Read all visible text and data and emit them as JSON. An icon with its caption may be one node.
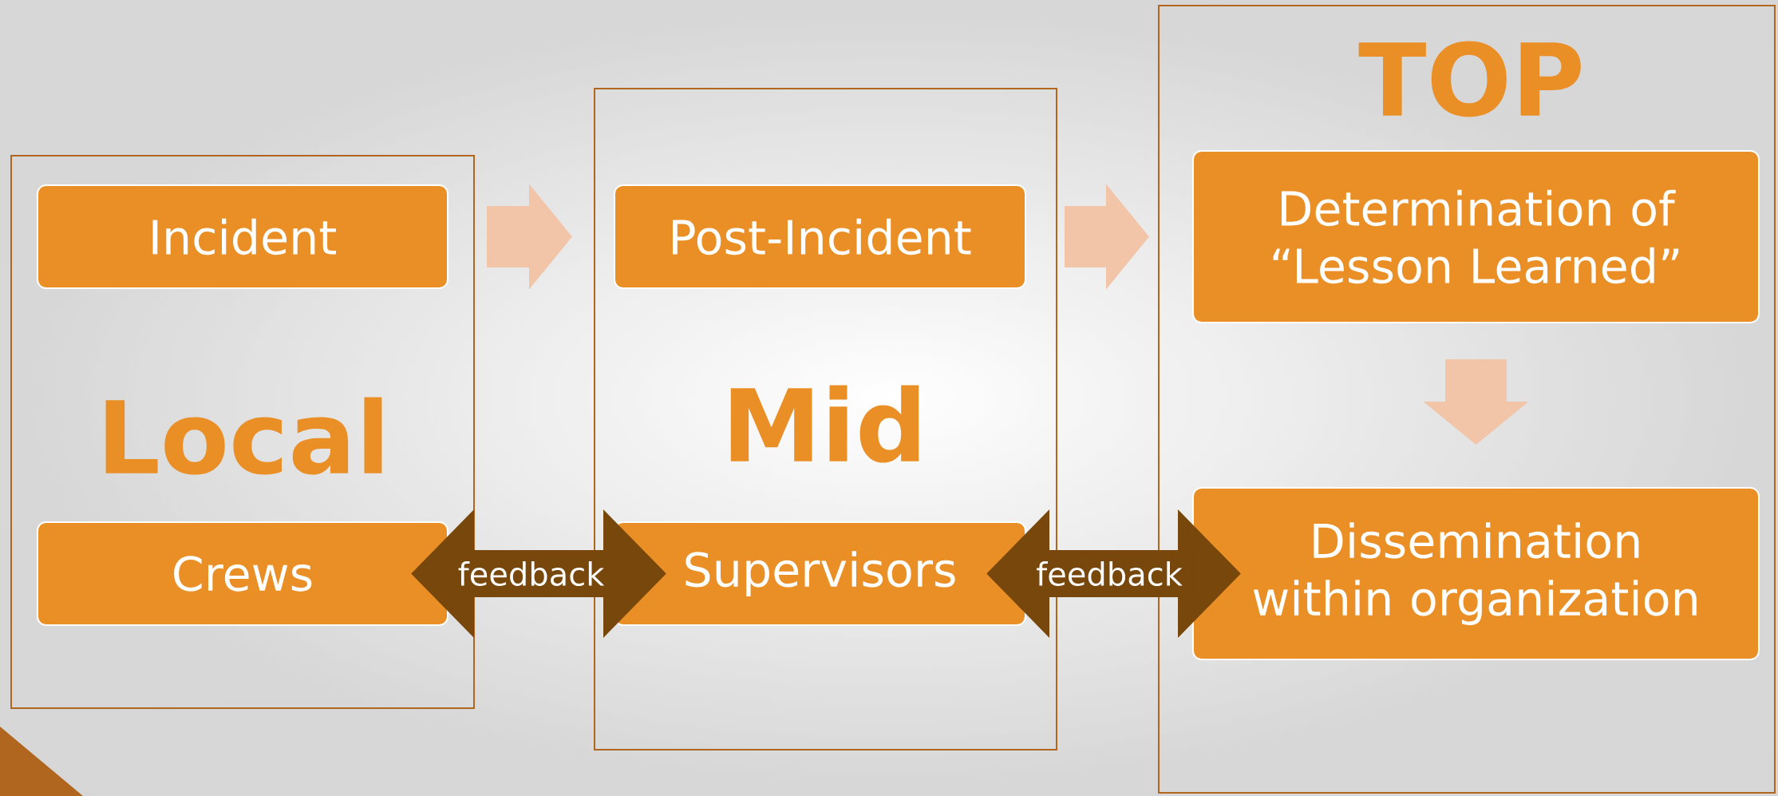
{
  "diagram": {
    "nodes": [
      {
        "text": [
          "Local"
        ]
      },
      {
        "text": [
          "Incident"
        ],
        "in": 0
      },
      {
        "text": [
          "Crews"
        ],
        "in": 0
      },
      {
        "text": [
          "Mid"
        ]
      },
      {
        "text": [
          "Post-Incident"
        ],
        "in": 3
      },
      {
        "text": [
          "Supervisors"
        ],
        "in": 3
      },
      {
        "text": [
          "TOP"
        ]
      },
      {
        "text": [
          "Determination of “Lesson Learned”"
        ],
        "in": 6
      },
      {
        "text": [
          "Dissemination within organization"
        ],
        "in": 6
      }
    ],
    "edges": [
      {
        "from": 1,
        "to": 4,
        "arrow": "to"
      },
      {
        "from": 4,
        "to": 7,
        "arrow": "to"
      },
      {
        "from": 7,
        "to": 8,
        "arrow": "to"
      },
      {
        "from": 2,
        "to": 5,
        "arrow": "both",
        "label": "feedback",
        "color": "#77470c"
      },
      {
        "from": 5,
        "to": 8,
        "arrow": "both",
        "label": "feedback",
        "color": "#77470c"
      }
    ]
  }
}
